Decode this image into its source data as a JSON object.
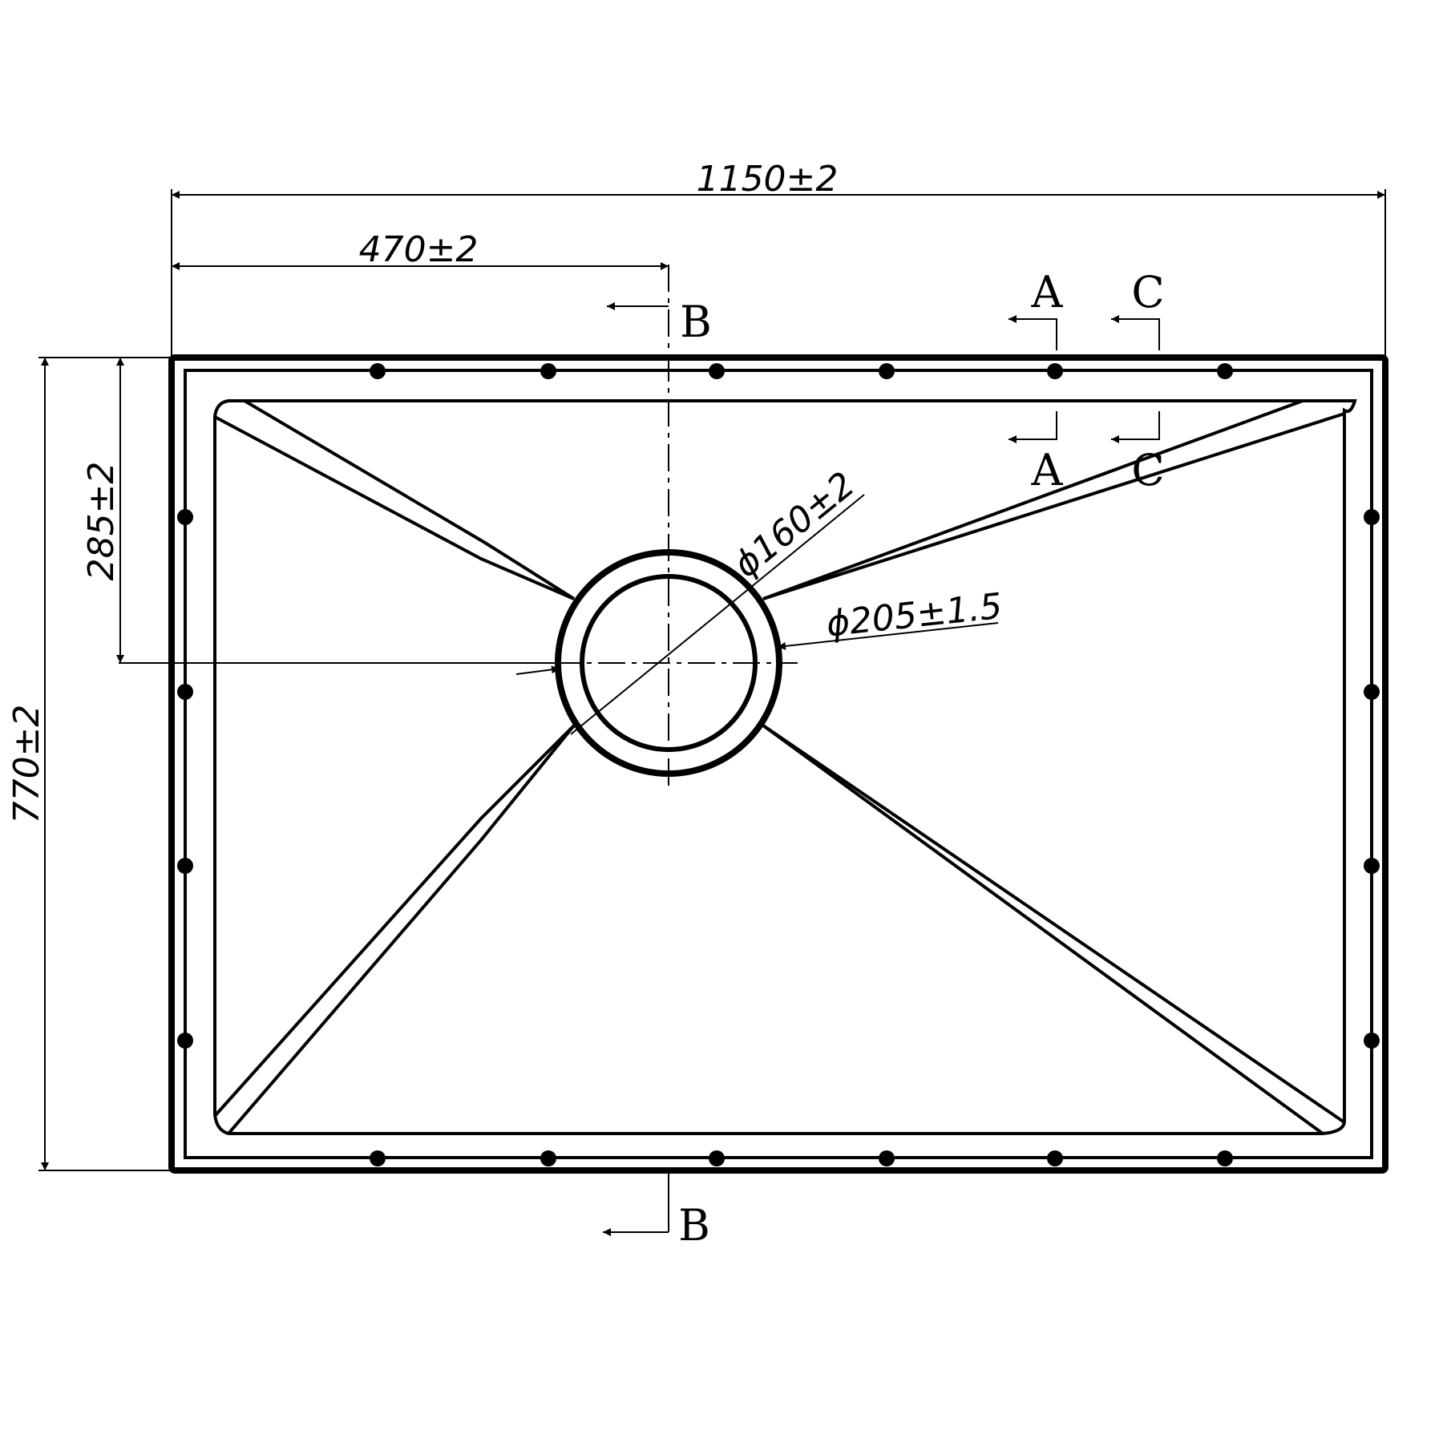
{
  "dimensions": {
    "overall_width": "1150±2",
    "drain_offset_x": "470±2",
    "drain_offset_y": "285±2",
    "overall_height": "770±2",
    "inner_drain_diameter": "ϕ160±2",
    "outer_drain_diameter": "ϕ205±1.5"
  },
  "section_labels": {
    "b_top": "B",
    "b_bottom": "B",
    "a_top": "A",
    "a_bottom": "A",
    "c_top": "C",
    "c_bottom": "C"
  },
  "colors": {
    "line": "#000000",
    "background": "#ffffff"
  }
}
